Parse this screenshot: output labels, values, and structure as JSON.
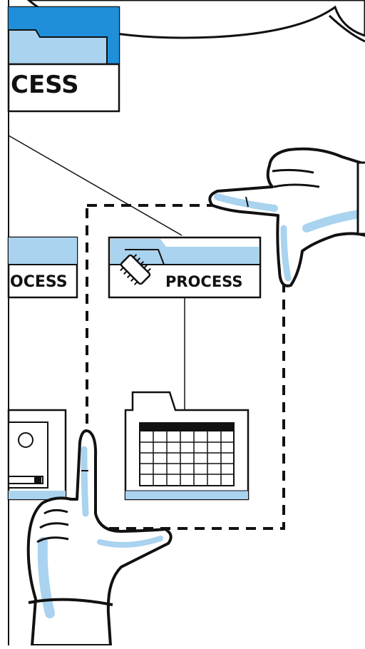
{
  "labels": {
    "top_left_process": "CESS",
    "mid_left_process": "OCESS",
    "center_process": "PROCESS"
  },
  "colors": {
    "ink": "#111111",
    "light_blue": "#a9d3ef",
    "mid_blue": "#1f8fd9",
    "paper": "#ffffff"
  },
  "icons": {
    "chip": "chip-icon",
    "calendar": "calendar-icon",
    "device": "device-icon"
  }
}
